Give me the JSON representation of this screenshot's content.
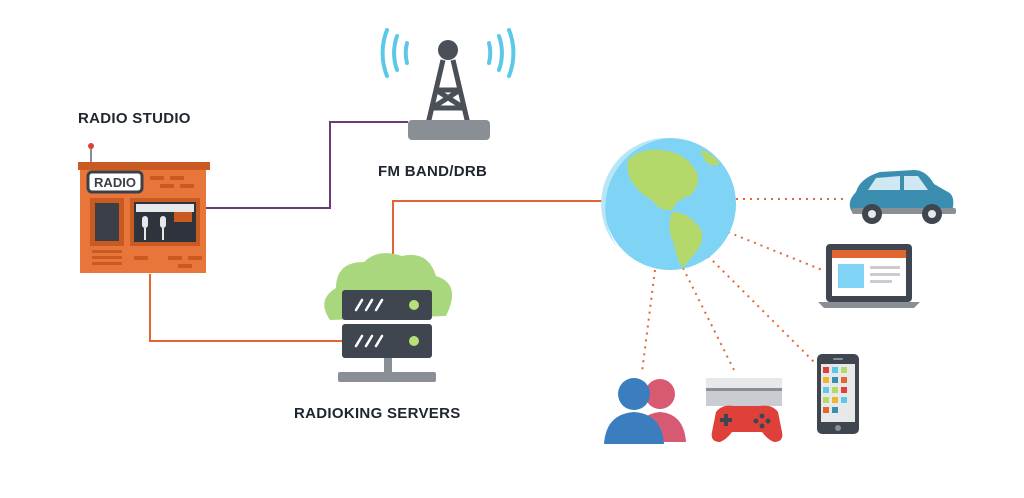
{
  "labels": {
    "radio_studio": "RADIO STUDIO",
    "fm_band": "FM BAND/DRB",
    "servers": "RADIOKING SERVERS",
    "studio_sign": "RADIO"
  },
  "nodes": [
    {
      "name": "radio-studio",
      "icon": "radio-studio-building-icon",
      "label_key": "radio_studio"
    },
    {
      "name": "fm-tower",
      "icon": "broadcast-tower-icon",
      "label_key": "fm_band"
    },
    {
      "name": "radioking-servers",
      "icon": "server-cloud-icon",
      "label_key": "servers"
    },
    {
      "name": "internet",
      "icon": "globe-icon"
    },
    {
      "name": "car",
      "icon": "car-icon"
    },
    {
      "name": "laptop",
      "icon": "laptop-icon"
    },
    {
      "name": "smartphone",
      "icon": "smartphone-icon"
    },
    {
      "name": "game-console",
      "icon": "game-console-icon"
    },
    {
      "name": "listeners",
      "icon": "users-icon"
    }
  ],
  "edges": [
    {
      "from": "radio-studio",
      "to": "fm-tower",
      "style": "solid",
      "color": "#6b3b78"
    },
    {
      "from": "radio-studio",
      "to": "radioking-servers",
      "style": "solid",
      "color": "#e0672f"
    },
    {
      "from": "radioking-servers",
      "to": "internet",
      "style": "solid",
      "color": "#e0672f"
    },
    {
      "from": "internet",
      "to": "car",
      "style": "dotted",
      "color": "#e0672f"
    },
    {
      "from": "internet",
      "to": "laptop",
      "style": "dotted",
      "color": "#e0672f"
    },
    {
      "from": "internet",
      "to": "smartphone",
      "style": "dotted",
      "color": "#e0672f"
    },
    {
      "from": "internet",
      "to": "game-console",
      "style": "dotted",
      "color": "#e0672f"
    },
    {
      "from": "internet",
      "to": "listeners",
      "style": "dotted",
      "color": "#e0672f"
    }
  ],
  "colors": {
    "studio_brick": "#e8753a",
    "studio_dark": "#c85a22",
    "tower": "#4a4f58",
    "signal": "#5bc8e8",
    "globe_ocean": "#7fd3f5",
    "globe_land": "#b5d86a",
    "server": "#3f4650",
    "server_led": "#b5e07a",
    "cloud": "#a8d77e",
    "car": "#3b8eb0",
    "console_red": "#e0403a",
    "user_blue": "#3a7ec0",
    "user_pink": "#d85a72"
  }
}
